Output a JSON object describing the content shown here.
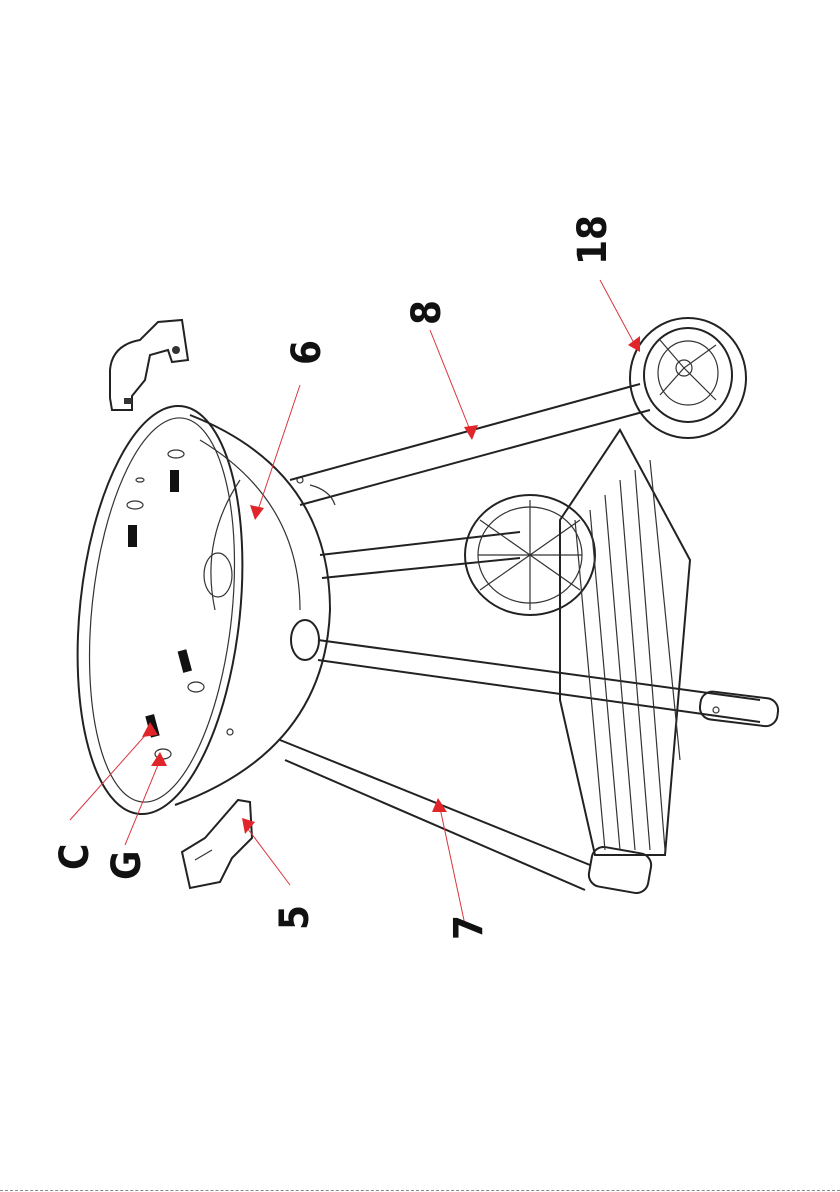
{
  "callouts": [
    {
      "id": "C",
      "label": "C"
    },
    {
      "id": "G",
      "label": "G"
    },
    {
      "id": "5",
      "label": "5"
    },
    {
      "id": "7",
      "label": "7"
    },
    {
      "id": "6",
      "label": "6"
    },
    {
      "id": "8",
      "label": "8"
    },
    {
      "id": "18",
      "label": "18"
    }
  ],
  "colors": {
    "arrow": "#e0262b",
    "leader": "#d9363e",
    "linework": "#222222"
  }
}
